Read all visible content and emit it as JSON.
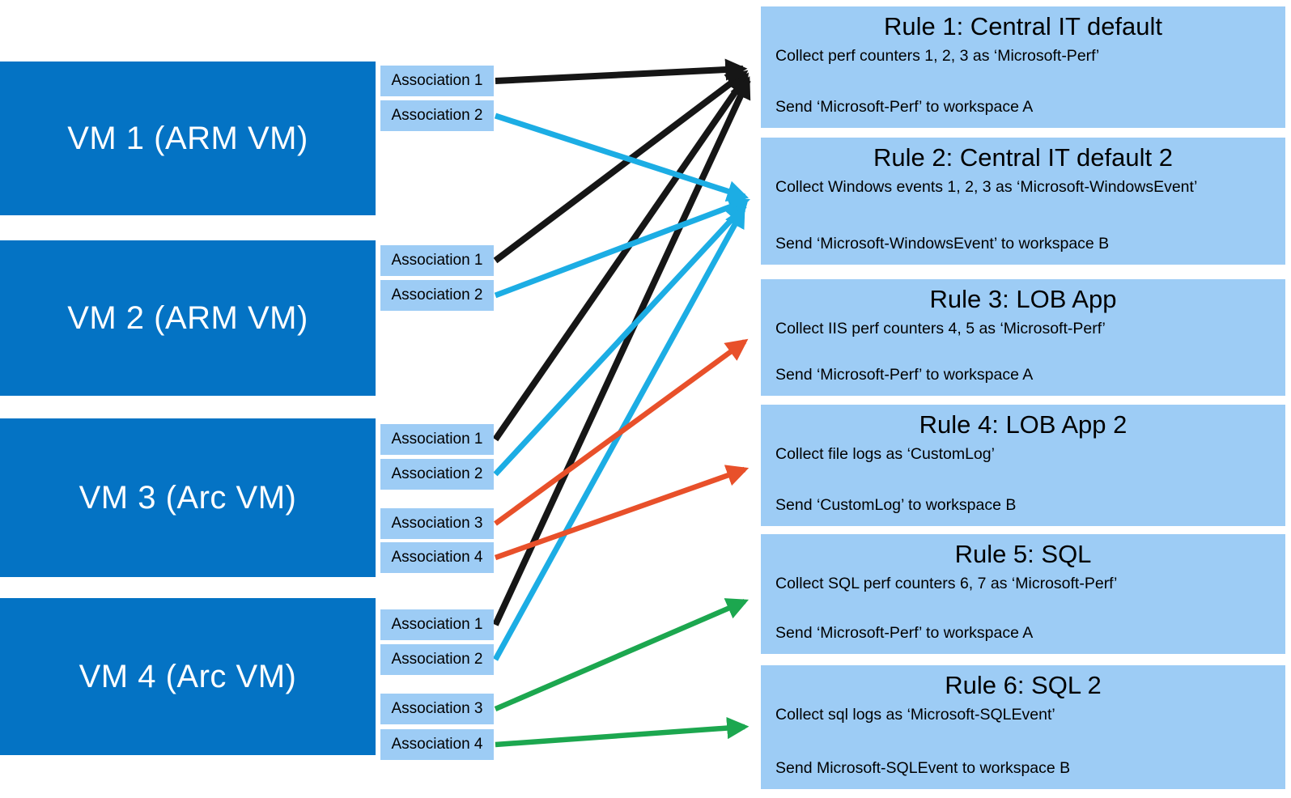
{
  "colors": {
    "vm_box": "#0473C4",
    "association_box": "#9DCCF5",
    "rule_box": "#9DCCF5",
    "vm_text": "#FFFFFF",
    "arrow_black": "#161616",
    "arrow_blue": "#1CADE4",
    "arrow_red": "#E8502A",
    "arrow_green": "#1CA74F"
  },
  "vms": [
    {
      "label": "VM 1 (ARM VM)",
      "associations": [
        "Association 1",
        "Association 2"
      ]
    },
    {
      "label": "VM 2 (ARM VM)",
      "associations": [
        "Association 1",
        "Association 2"
      ]
    },
    {
      "label": "VM 3 (Arc VM)",
      "associations": [
        "Association 1",
        "Association 2",
        "Association 3",
        "Association 4"
      ]
    },
    {
      "label": "VM 4 (Arc VM)",
      "associations": [
        "Association 1",
        "Association 2",
        "Association 3",
        "Association 4"
      ]
    }
  ],
  "rules": [
    {
      "title": "Rule 1: Central IT default",
      "collect": "Collect perf counters 1, 2, 3 as ‘Microsoft-Perf’",
      "send": "Send ‘Microsoft-Perf’ to workspace A"
    },
    {
      "title": "Rule 2: Central IT default 2",
      "collect": "Collect Windows events 1, 2, 3 as ‘Microsoft-WindowsEvent’",
      "send": "Send ‘Microsoft-WindowsEvent’ to workspace B"
    },
    {
      "title": "Rule 3: LOB App",
      "collect": "Collect IIS perf counters 4, 5 as ‘Microsoft-Perf’",
      "send": "Send ‘Microsoft-Perf’ to workspace A"
    },
    {
      "title": "Rule 4: LOB App 2",
      "collect": "Collect file logs as ‘CustomLog’",
      "send": "Send ‘CustomLog’ to workspace B"
    },
    {
      "title": "Rule 5: SQL",
      "collect": "Collect SQL perf counters 6, 7 as ‘Microsoft-Perf’",
      "send": "Send ‘Microsoft-Perf’ to workspace A"
    },
    {
      "title": "Rule 6: SQL 2",
      "collect": "Collect sql logs as ‘Microsoft-SQLEvent’",
      "send": "Send Microsoft-SQLEvent to workspace B"
    }
  ],
  "connections": [
    {
      "from": "VM 1 Association 1",
      "to": "Rule 1",
      "color": "black"
    },
    {
      "from": "VM 2 Association 1",
      "to": "Rule 1",
      "color": "black"
    },
    {
      "from": "VM 3 Association 1",
      "to": "Rule 1",
      "color": "black"
    },
    {
      "from": "VM 4 Association 1",
      "to": "Rule 1",
      "color": "black"
    },
    {
      "from": "VM 1 Association 2",
      "to": "Rule 2",
      "color": "blue"
    },
    {
      "from": "VM 2 Association 2",
      "to": "Rule 2",
      "color": "blue"
    },
    {
      "from": "VM 3 Association 2",
      "to": "Rule 2",
      "color": "blue"
    },
    {
      "from": "VM 4 Association 2",
      "to": "Rule 2",
      "color": "blue"
    },
    {
      "from": "VM 3 Association 3",
      "to": "Rule 3",
      "color": "red"
    },
    {
      "from": "VM 3 Association 4",
      "to": "Rule 4",
      "color": "red"
    },
    {
      "from": "VM 4 Association 3",
      "to": "Rule 5",
      "color": "green"
    },
    {
      "from": "VM 4 Association 4",
      "to": "Rule 6",
      "color": "green"
    }
  ]
}
